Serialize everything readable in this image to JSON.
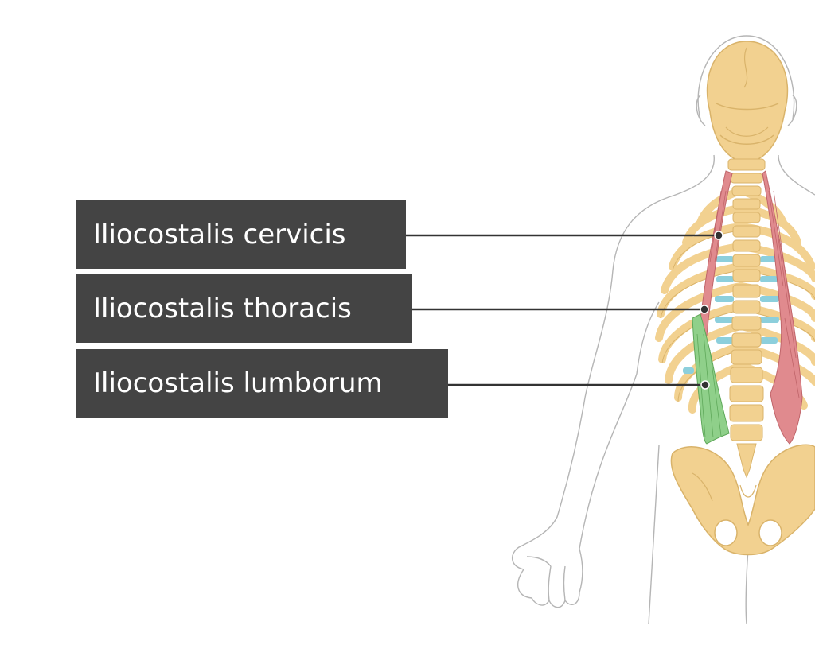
{
  "labels": {
    "cervicis": "Iliocostalis cervicis",
    "thoracis": "Iliocostalis thoracis",
    "lumborum": "Iliocostalis lumborum"
  },
  "colors": {
    "bone": "#f2d190",
    "bone_outline": "#d9b36a",
    "muscle_red": "#e08a8e",
    "muscle_green": "#8fd08a",
    "intercostal_blue": "#8ccfdc",
    "label_bg": "#444444",
    "leader": "#333333",
    "outline": "#aaaaaa"
  }
}
